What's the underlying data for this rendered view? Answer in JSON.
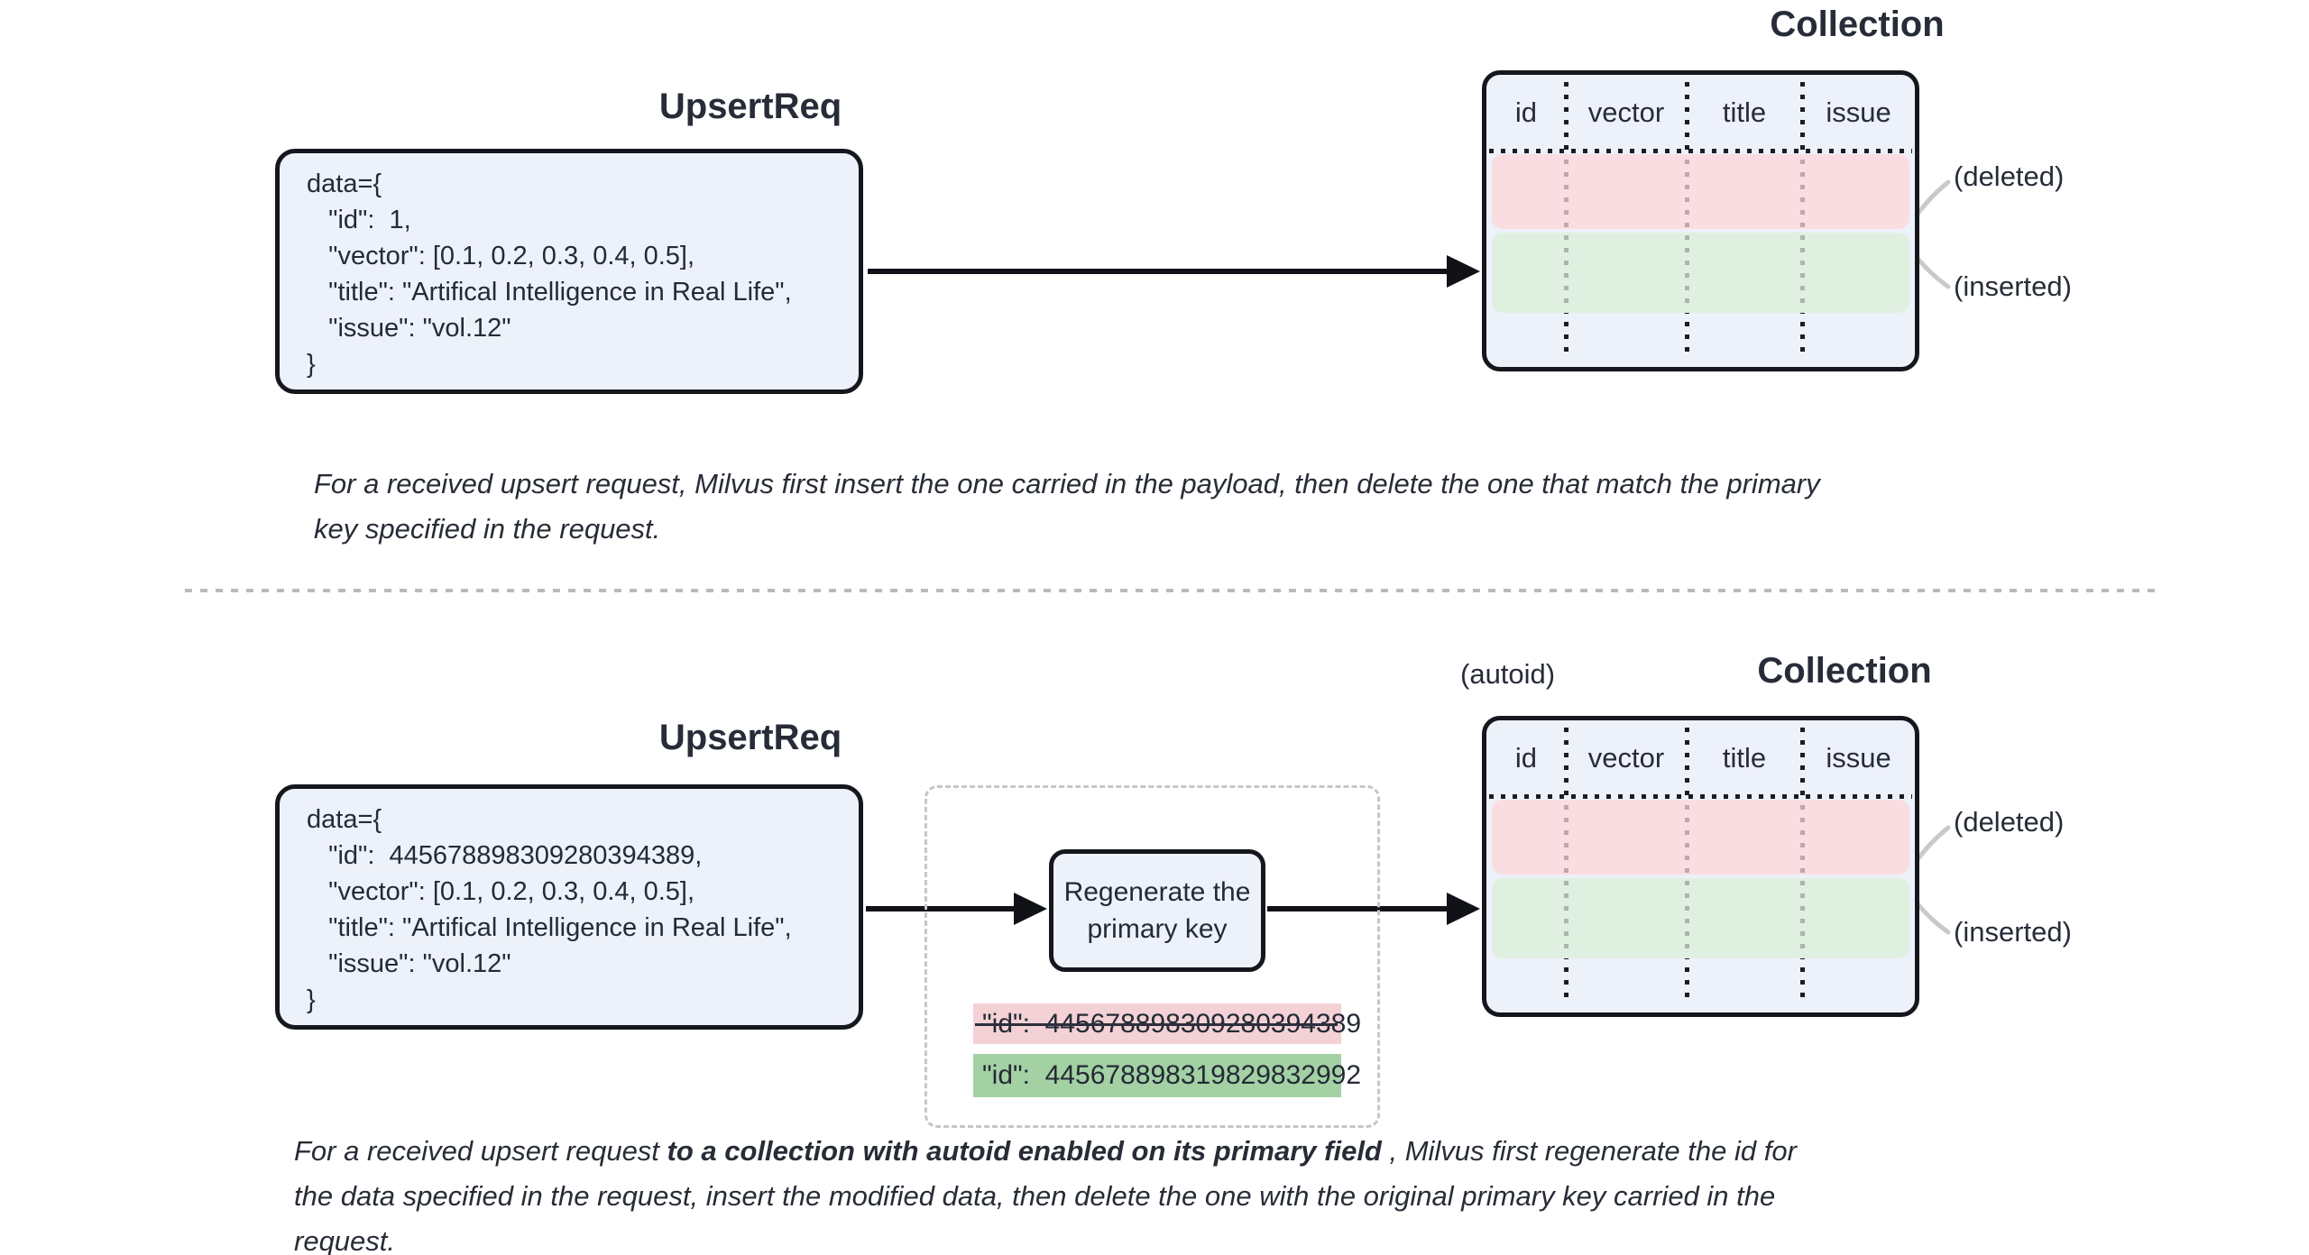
{
  "palette": {
    "background": "#ffffff",
    "ink": "#242a36",
    "box_fill": "#edf1fa",
    "box_border": "#15171d",
    "deleted_row_fill": "#fadde1",
    "inserted_row_fill": "#dff0e0",
    "deleted_highlight": "#f3d1d5",
    "inserted_highlight": "#a3d1a4",
    "callout_line": "#c9c9c9",
    "dashed_gray": "#c6c6c9"
  },
  "sections": {
    "simple": {
      "upsertreq": {
        "title": "UpsertReq",
        "code_lines": [
          "data={",
          "   \"id\":  1,",
          "   \"vector\": [0.1, 0.2, 0.3, 0.4, 0.5],",
          "   \"title\": \"Artifical Intelligence in Real Life\",",
          "   \"issue\": \"vol.12\"",
          "}"
        ]
      },
      "collection": {
        "title": "Collection",
        "columns": [
          "id",
          "vector",
          "title",
          "issue"
        ],
        "deleted_label": "(deleted)",
        "inserted_label": "(inserted)"
      },
      "caption_lines": [
        "For a received upsert request, Milvus first insert the one carried in the payload, then delete the one that match the primary",
        "key specified in the request."
      ]
    },
    "autoid": {
      "upsertreq": {
        "title": "UpsertReq",
        "code_lines": [
          "data={",
          "   \"id\":  445678898309280394389,",
          "   \"vector\": [0.1, 0.2, 0.3, 0.4, 0.5],",
          "   \"title\": \"Artifical Intelligence in Real Life\",",
          "   \"issue\": \"vol.12\"",
          "}"
        ]
      },
      "regenerate": {
        "label_line1": "Regenerate the",
        "label_line2": "primary key",
        "old_id": "\"id\":  445678898309280394389",
        "new_id": "\"id\":  445678898319829832992"
      },
      "collection": {
        "title": "Collection",
        "autoid_label": "(autoid)",
        "columns": [
          "id",
          "vector",
          "title",
          "issue"
        ],
        "deleted_label": "(deleted)",
        "inserted_label": "(inserted)"
      },
      "caption": {
        "lead": "For a received upsert request ",
        "bold": "to a collection with autoid enabled on its primary field",
        "rest_line1": " , Milvus first regenerate the id for",
        "line2": "the data specified in the request, insert the modified data, then delete the one with the original primary key carried in the",
        "line3": "request."
      }
    }
  }
}
